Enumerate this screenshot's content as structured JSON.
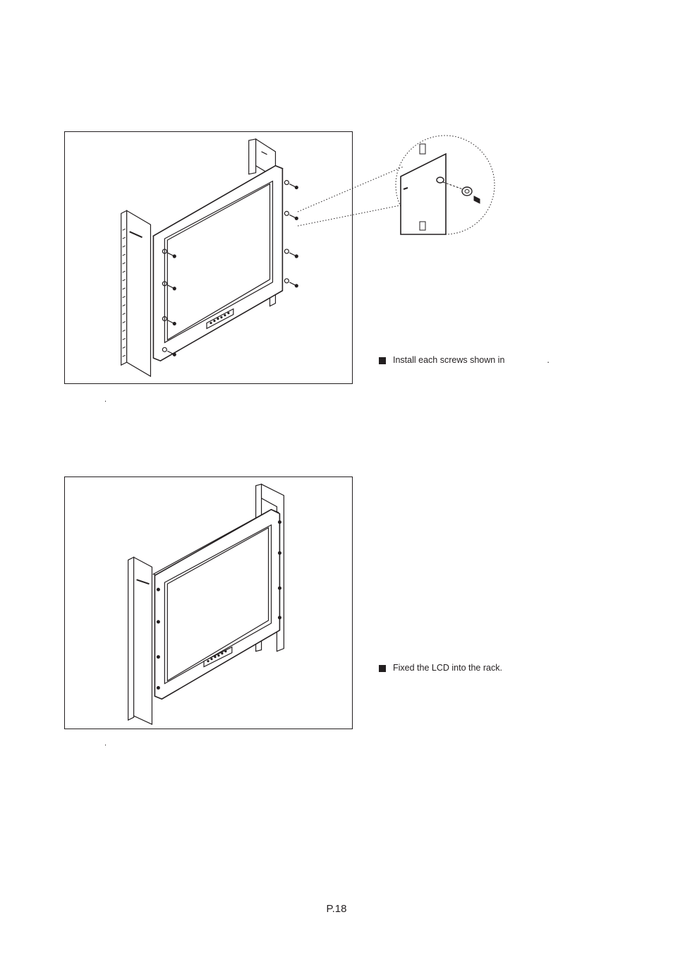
{
  "steps": [
    {
      "text": "Install each screws shown in",
      "suffix": "."
    },
    {
      "text": "Fixed the LCD into the rack."
    }
  ],
  "captions": [
    ".",
    "."
  ],
  "page_number": "P.18"
}
